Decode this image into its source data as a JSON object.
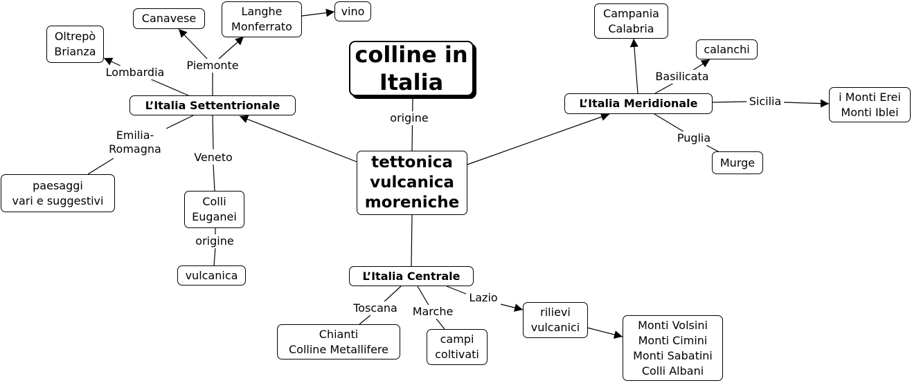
{
  "title": "colline in Italia",
  "nodes": {
    "title": "colline in\nItalia",
    "hub": "tettonica\nvulcanica\nmoreniche",
    "nord": "L’Italia Settentrionale",
    "centro": "L’Italia Centrale",
    "sud": "L’Italia Meridionale",
    "oltrepo": "Oltrepò\nBrianza",
    "canavese": "Canavese",
    "langhe": "Langhe\nMonferrato",
    "vino": "vino",
    "paesaggi": "paesaggi\nvari e suggestivi",
    "colli_euganei": "Colli\nEuganei",
    "vulcanica": "vulcanica",
    "campania": "Campania\nCalabria",
    "calanchi": "calanchi",
    "monti_erei": "i Monti Erei\nMonti Iblei",
    "murge": "Murge",
    "chianti": "Chianti\nColline Metallifere",
    "campi": "campi\ncoltivati",
    "rilievi": "rilievi\nvulcanici",
    "monti_lazio": "Monti Volsini\nMonti Cimini\nMonti Sabatini\nColli Albani"
  },
  "links": {
    "origine_main": "origine",
    "lombardia": "Lombardia",
    "piemonte": "Piemonte",
    "emilia": "Emilia-\nRomagna",
    "veneto": "Veneto",
    "origine_euganei": "origine",
    "basilicata": "Basilicata",
    "sicilia": "Sicilia",
    "puglia": "Puglia",
    "toscana": "Toscana",
    "marche": "Marche",
    "lazio": "Lazio"
  },
  "colors": {
    "line": "#000000",
    "node_fill": "#ffffff",
    "background": "#ffffff"
  }
}
